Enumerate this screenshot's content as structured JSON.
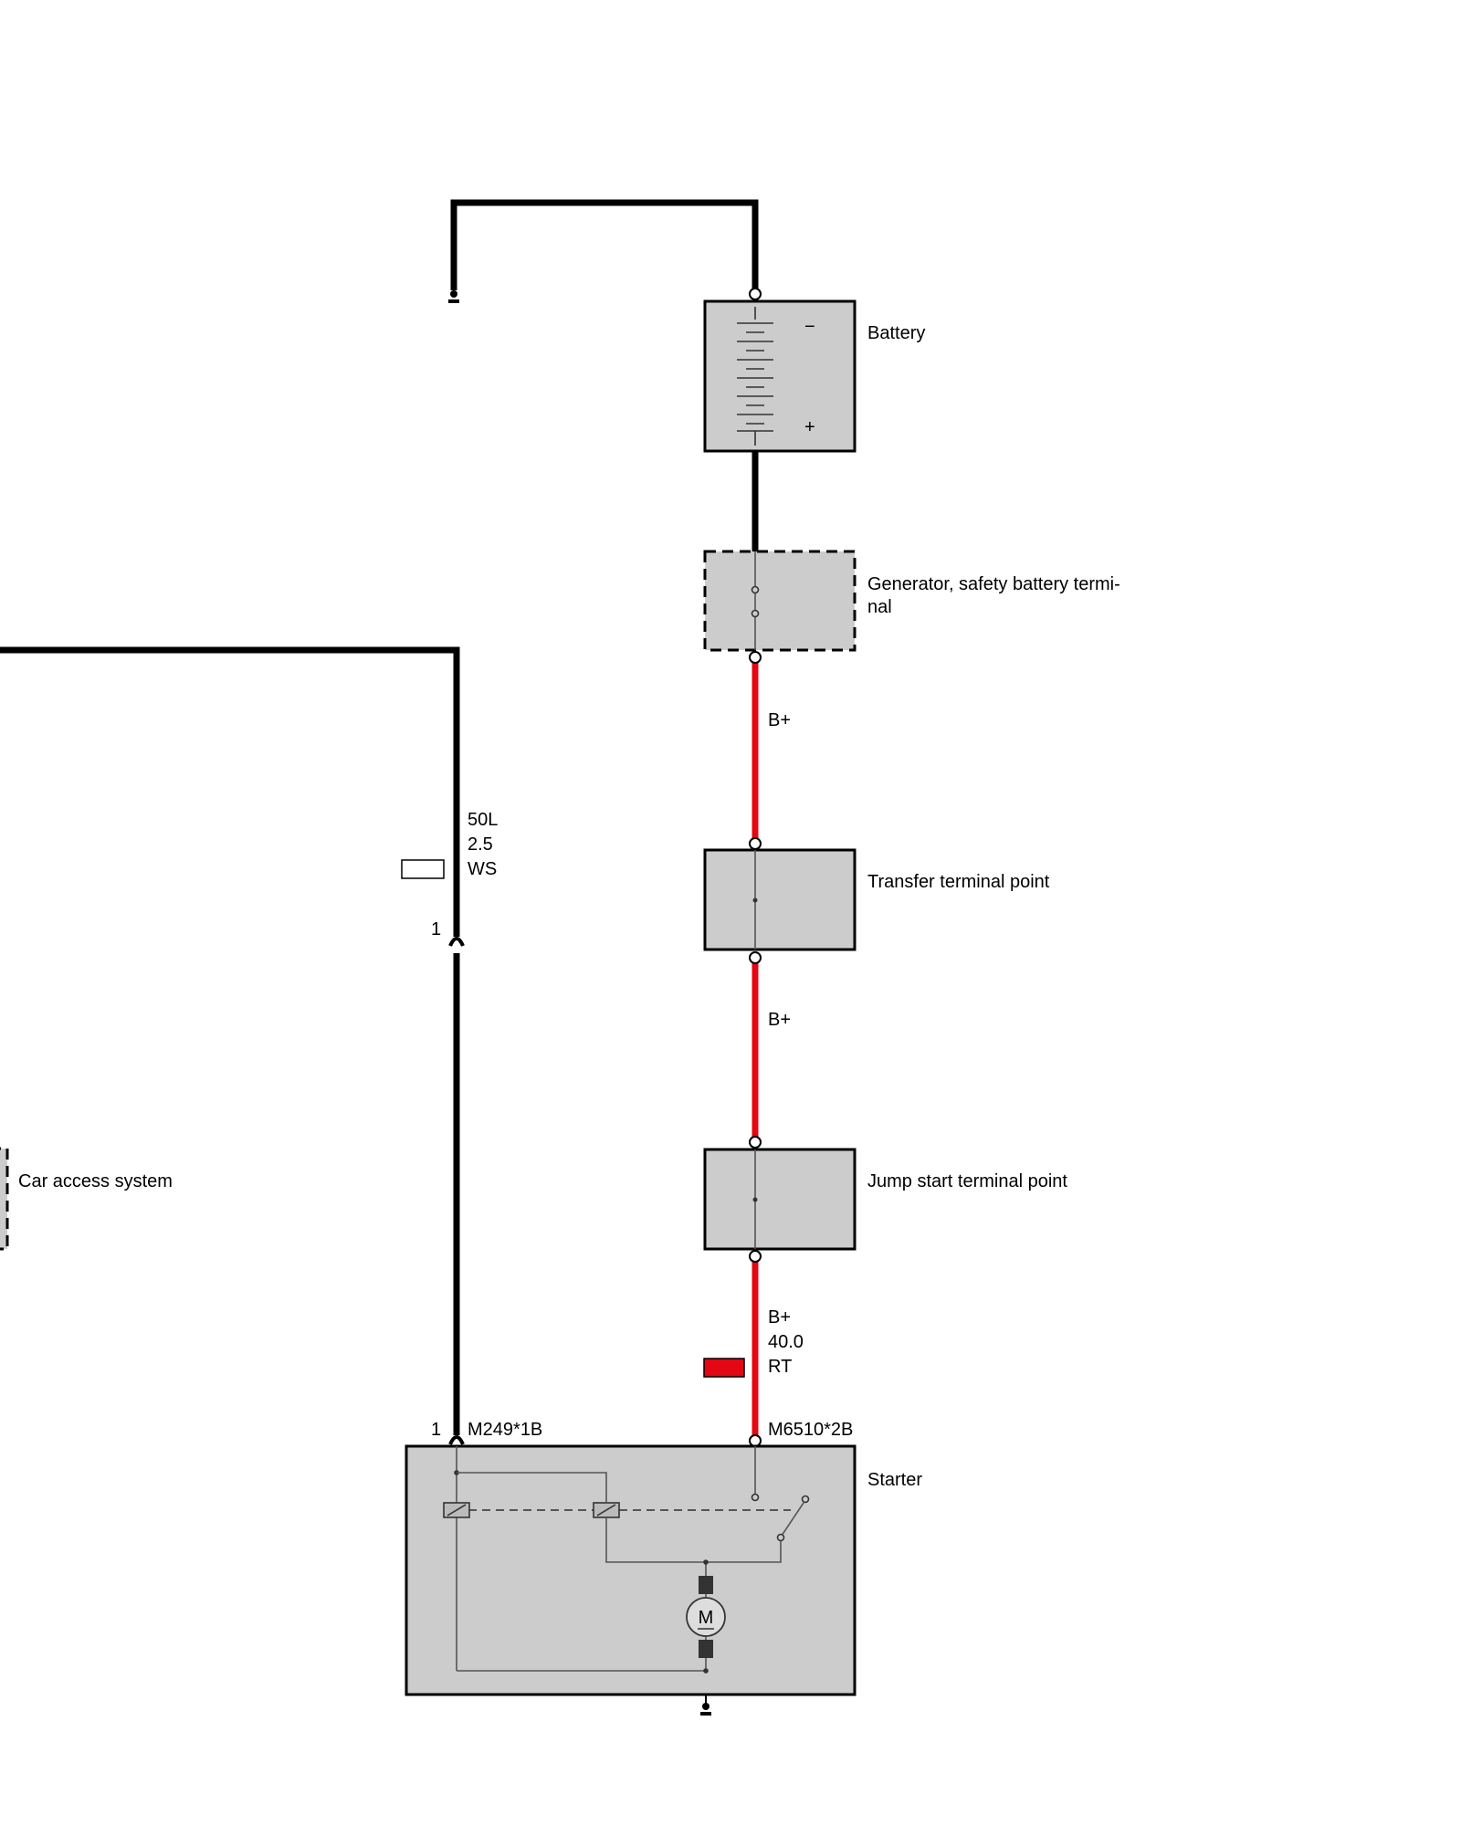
{
  "colors": {
    "wire_black": "#000000",
    "wire_red": "#e30613",
    "component_fill": "#cccccc"
  },
  "components": {
    "battery": {
      "label": "Battery",
      "minus": "−",
      "plus": "+"
    },
    "generator": {
      "label_line1": "Generator, safety battery termi-",
      "label_line2": "nal"
    },
    "transfer": {
      "label": "Transfer terminal point"
    },
    "jump_start": {
      "label": "Jump start terminal point"
    },
    "car_access": {
      "label": "Car access system"
    },
    "starter": {
      "label": "Starter",
      "motor_symbol": "M"
    }
  },
  "wires": {
    "w50l": {
      "terminal": "50L",
      "gauge": "2.5",
      "color_code": "WS",
      "pin_top": "1"
    },
    "bplus_1": {
      "signal": "B+"
    },
    "bplus_2": {
      "signal": "B+"
    },
    "bplus_3": {
      "signal": "B+",
      "gauge": "40.0",
      "color_code": "RT"
    }
  },
  "connectors": {
    "m249": {
      "pin": "1",
      "id": "M249*1B"
    },
    "m6510": {
      "id": "M6510*2B"
    }
  }
}
